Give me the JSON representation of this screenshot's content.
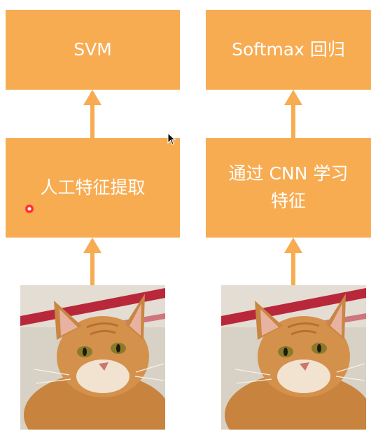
{
  "colors": {
    "box": "#F7AC52",
    "arrow": "#F7AC52",
    "text": "#ffffff"
  },
  "left": {
    "top_label": "SVM",
    "mid_label": "人工特征提取"
  },
  "right": {
    "top_label": "Softmax 回归",
    "mid_label_line1": "通过 CNN 学习",
    "mid_label_line2": "特征"
  },
  "icons": [
    "laser-pointer-icon",
    "mouse-cursor-icon",
    "arrow-up-icon"
  ]
}
